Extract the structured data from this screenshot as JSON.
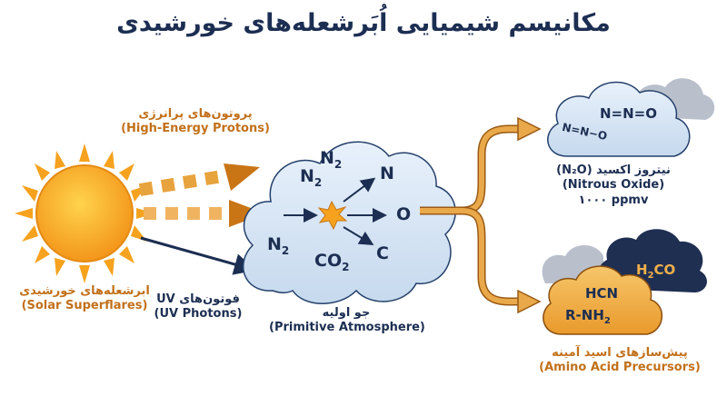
{
  "title": "مکانیسم شیمیایی اُبَرشعله‌های خورشیدی",
  "sun": {
    "label_fa": "ابرشعله‌های خورشیدی",
    "label_en": "(Solar Superflares)"
  },
  "protons": {
    "label_fa": "پروتون‌های پرانرژی",
    "label_en": "(High-Energy Protons)"
  },
  "uv": {
    "label_fa": "فوتون‌های UV",
    "label_en": "(UV Photons)"
  },
  "atmosphere": {
    "label_fa": "جو اولیه",
    "label_en": "(Primitive Atmosphere)",
    "n2_a": "N",
    "n2_b": "N",
    "n2_c": "N",
    "sub2": "2",
    "co2_main": "CO",
    "out_n": "N",
    "out_o": "O",
    "out_c": "C"
  },
  "nitrous": {
    "formula_1": "N=N=O",
    "formula_2": "N=N−O",
    "label_fa": "نیتروز اکسید (N₂O)",
    "label_en": "(Nitrous Oxide)",
    "value": "۱۰۰۰ ppmv"
  },
  "amino": {
    "hcn": "HCN",
    "rnh2_main": "R-NH",
    "h2co_h": "H",
    "h2co_co": "CO",
    "sub2": "2",
    "label_fa": "پیش‌سازهای اسید آمینه",
    "label_en": "(Amino Acid Precursors)"
  },
  "colors": {
    "navy": "#1c2e52",
    "orange": "#c2701a",
    "sun": "#f6a21e",
    "cloud_blue": "#dbe8f6",
    "cloud_orange": "#f0b04a",
    "cloud_navy": "#1f2f52",
    "cloud_gray": "#b9c0cc"
  }
}
